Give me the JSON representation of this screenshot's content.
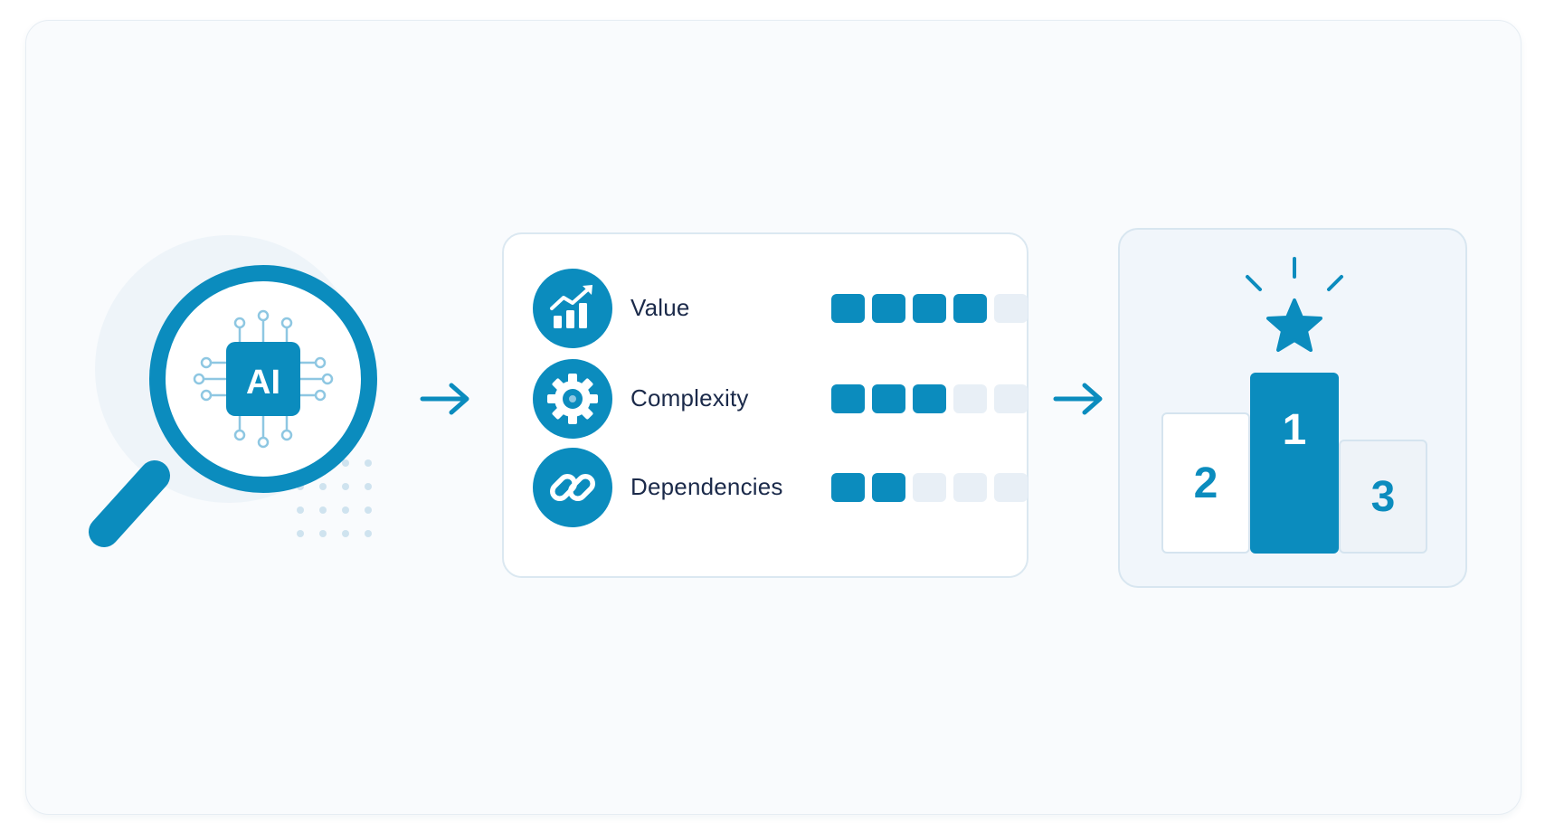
{
  "search_badge": {
    "text": "AI"
  },
  "criteria": [
    {
      "label": "Value",
      "icon": "chart-growth-icon",
      "score": 4,
      "max": 5
    },
    {
      "label": "Complexity",
      "icon": "gear-icon",
      "score": 3,
      "max": 5
    },
    {
      "label": "Dependencies",
      "icon": "link-icon",
      "score": 2,
      "max": 5
    }
  ],
  "podium": {
    "first": "1",
    "second": "2",
    "third": "3"
  },
  "colors": {
    "accent": "#0b8cbe",
    "light_accent": "#8ec7e2",
    "empty": "#e8eff6",
    "text": "#1b2a4a"
  }
}
